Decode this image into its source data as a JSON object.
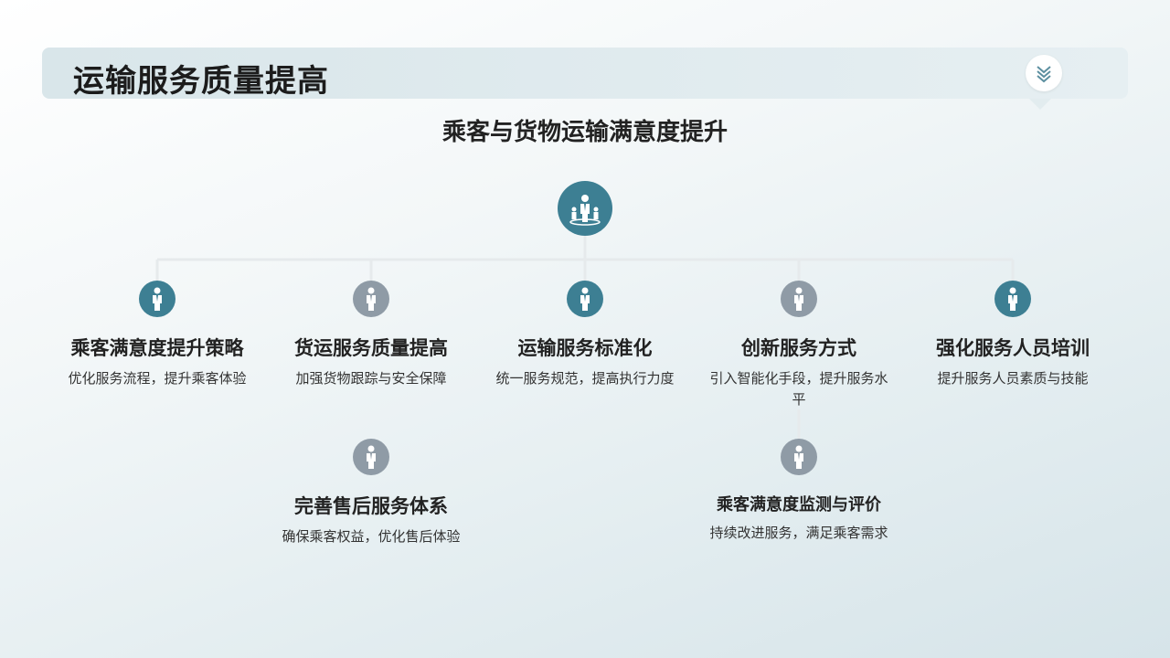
{
  "header": {
    "title": "运输服务质量提高"
  },
  "diagram": {
    "subtitle": "乘客与货物运输满意度提升",
    "nodes": [
      {
        "title": "乘客满意度提升策略",
        "desc": "优化服务流程，提升乘客体验",
        "color": "#3d7f93"
      },
      {
        "title": "货运服务质量提高",
        "desc": "加强货物跟踪与安全保障",
        "color": "#8f9ba6"
      },
      {
        "title": "运输服务标准化",
        "desc": "统一服务规范，提高执行力度",
        "color": "#3d7f93"
      },
      {
        "title": "创新服务方式",
        "desc": "引入智能化手段，提升服务水平",
        "color": "#8f9ba6"
      },
      {
        "title": "强化服务人员培训",
        "desc": "提升服务人员素质与技能",
        "color": "#3d7f93"
      },
      {
        "title": "完善售后服务体系",
        "desc": "确保乘客权益，优化售后体验",
        "color": "#8f9ba6"
      },
      {
        "title": "乘客满意度监测与评价",
        "desc": "持续改进服务，满足乘客需求",
        "color": "#8f9ba6"
      }
    ]
  },
  "icons": {
    "collapse": "double-chevron-down-icon",
    "root": "team-people-icon",
    "node": "person-icon"
  }
}
